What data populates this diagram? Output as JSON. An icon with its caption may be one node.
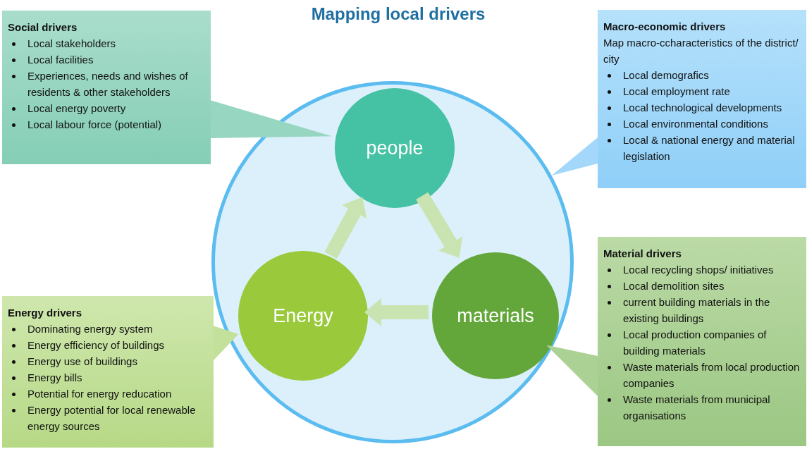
{
  "diagram": {
    "title": "Mapping local drivers",
    "nodes": [
      {
        "text": [],
        "shape": "circle"
      },
      {
        "text": [
          "people"
        ],
        "in": 0
      },
      {
        "text": [
          "materials"
        ],
        "in": 0
      },
      {
        "text": [
          "Energy"
        ],
        "in": 0
      },
      {
        "text": [
          "Social drivers",
          "Local stakeholders",
          "Local facilities",
          "Experiences, needs and wishes of residents & other stakeholders",
          "Local energy poverty",
          "Local labour force (potential)"
        ]
      },
      {
        "text": [
          "Macro-economic drivers",
          "Map macro-ccharacteristics  of the district/ city",
          "Local demografics",
          "Local employment rate",
          "Local technological developments",
          "Local environmental conditions",
          "Local & national energy and material legislation"
        ]
      },
      {
        "text": [
          "Material  drivers",
          "Local recycling shops/ initiatives",
          "Local demolition sites",
          "current building materials in the existing buildings",
          "Local production companies of building materials",
          "Waste materials from local production companies",
          "Waste materials from municipal organisations"
        ]
      },
      {
        "text": [
          "Energy drivers",
          "Dominating energy system",
          "Energy efficiency of buildings",
          "Energy use of buildings",
          "Energy bills",
          "Potential for energy reducation",
          "Energy potential for local renewable energy sources"
        ]
      }
    ],
    "edges": [
      {
        "from": 1,
        "to": 2,
        "arrow": "to"
      },
      {
        "from": 2,
        "to": 3,
        "arrow": "to"
      },
      {
        "from": 3,
        "to": 1,
        "arrow": "to"
      },
      {
        "from": 4,
        "to": 1,
        "arrow": "to"
      },
      {
        "from": 5,
        "to": 0,
        "arrow": "to"
      },
      {
        "from": 6,
        "to": 2,
        "arrow": "to"
      },
      {
        "from": 7,
        "to": 3,
        "arrow": "to"
      }
    ]
  }
}
